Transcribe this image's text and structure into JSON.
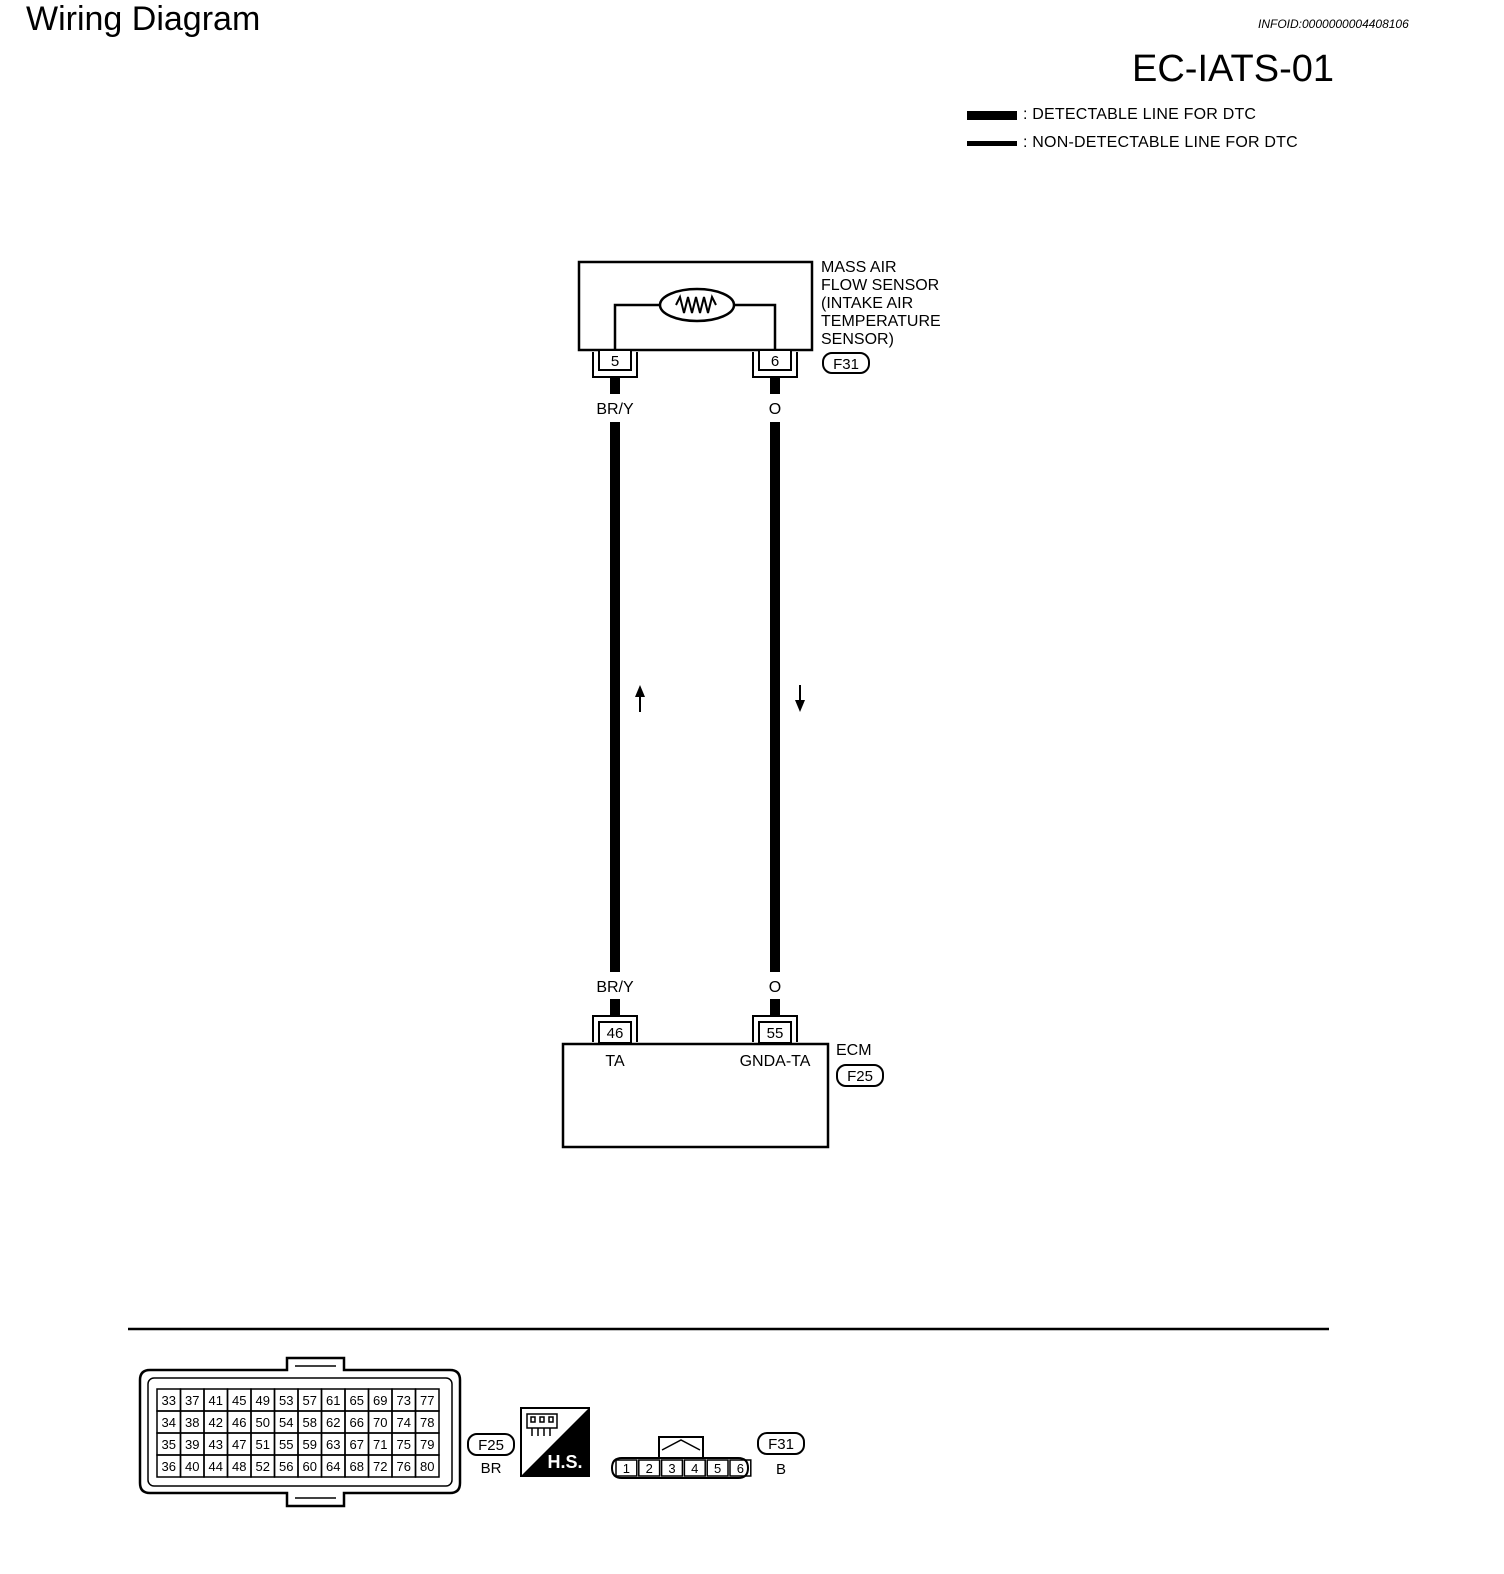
{
  "header": {
    "title": "Wiring Diagram",
    "info_id": "INFOID:0000000004408106",
    "diagram_code": "EC-IATS-01"
  },
  "legend": [
    {
      "label": ": DETECTABLE LINE FOR DTC",
      "style": "thick"
    },
    {
      "label": ": NON-DETECTABLE LINE FOR DTC",
      "style": "thin"
    }
  ],
  "sensor": {
    "name_lines": [
      "MASS AIR",
      "FLOW SENSOR",
      "(INTAKE AIR",
      "TEMPERATURE",
      "SENSOR)"
    ],
    "connector": "F31",
    "pins": [
      "5",
      "6"
    ]
  },
  "wires": [
    {
      "color_code": "BR/Y",
      "sensor_pin": "5",
      "ecm_pin": "46",
      "ecm_terminal": "TA",
      "direction": "up"
    },
    {
      "color_code": "O",
      "sensor_pin": "6",
      "ecm_pin": "55",
      "ecm_terminal": "GNDA-TA",
      "direction": "down"
    }
  ],
  "ecm": {
    "name": "ECM",
    "connector": "F25"
  },
  "connector_views": {
    "f25": {
      "id": "F25",
      "color": "BR",
      "pin_rows": [
        [
          "33",
          "37",
          "41",
          "45",
          "49",
          "53",
          "57",
          "61",
          "65",
          "69",
          "73",
          "77"
        ],
        [
          "34",
          "38",
          "42",
          "46",
          "50",
          "54",
          "58",
          "62",
          "66",
          "70",
          "74",
          "78"
        ],
        [
          "35",
          "39",
          "43",
          "47",
          "51",
          "55",
          "59",
          "63",
          "67",
          "71",
          "75",
          "79"
        ],
        [
          "36",
          "40",
          "44",
          "48",
          "52",
          "56",
          "60",
          "64",
          "68",
          "72",
          "76",
          "80"
        ]
      ]
    },
    "hs_badge": "H.S.",
    "f31": {
      "id": "F31",
      "color": "B",
      "pins": [
        "1",
        "2",
        "3",
        "4",
        "5",
        "6"
      ]
    }
  }
}
